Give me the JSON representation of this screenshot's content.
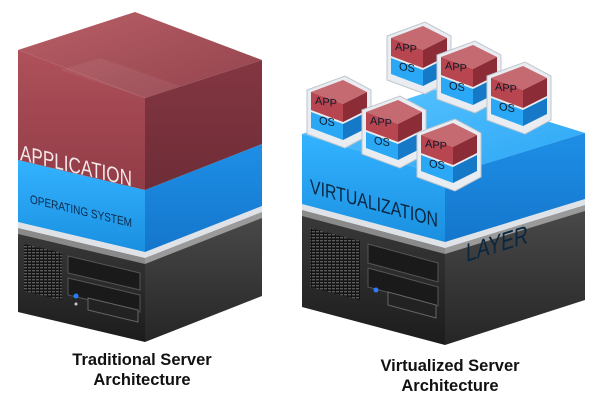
{
  "traditional": {
    "application_label": "APPLICATION",
    "os_label": "OPERATING SYSTEM",
    "caption_line1": "Traditional Server",
    "caption_line2": "Architecture"
  },
  "virtualized": {
    "layer_label_1": "VIRTUALIZATION",
    "layer_label_2": "LAYER",
    "vm_app_label": "APP",
    "vm_os_label": "OS",
    "caption_line1": "Virtualized Server",
    "caption_line2": "Architecture"
  },
  "colors": {
    "application": "#9b3d48",
    "os_layer": "#1a9ff0",
    "server": "#2b2b2b",
    "vm_frame": "#d8dde2"
  }
}
